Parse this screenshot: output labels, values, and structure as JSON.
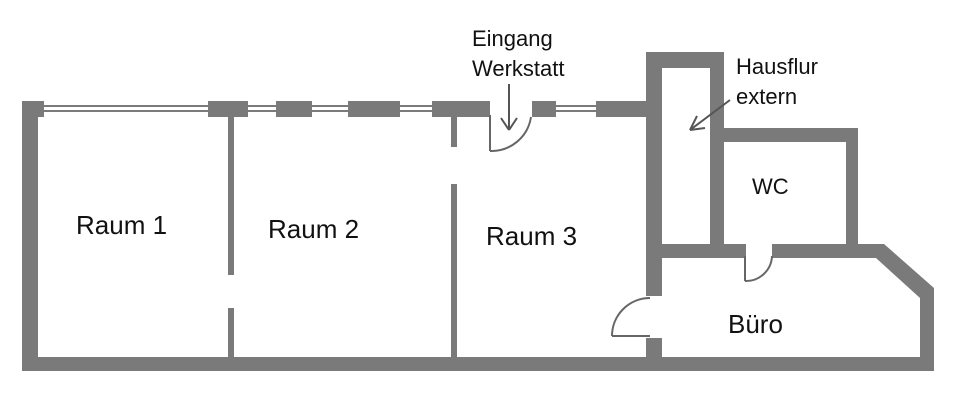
{
  "colors": {
    "wall": "#7a7a7a",
    "background": "#ffffff",
    "stroke": "#666666",
    "text": "#111111"
  },
  "rooms": {
    "raum1": "Raum 1",
    "raum2": "Raum 2",
    "raum3": "Raum 3",
    "wc": "WC",
    "buero": "Büro"
  },
  "annotations": {
    "eingang_line1": "Eingang",
    "eingang_line2": "Werkstatt",
    "hausflur_line1": "Hausflur",
    "hausflur_line2": "extern"
  }
}
